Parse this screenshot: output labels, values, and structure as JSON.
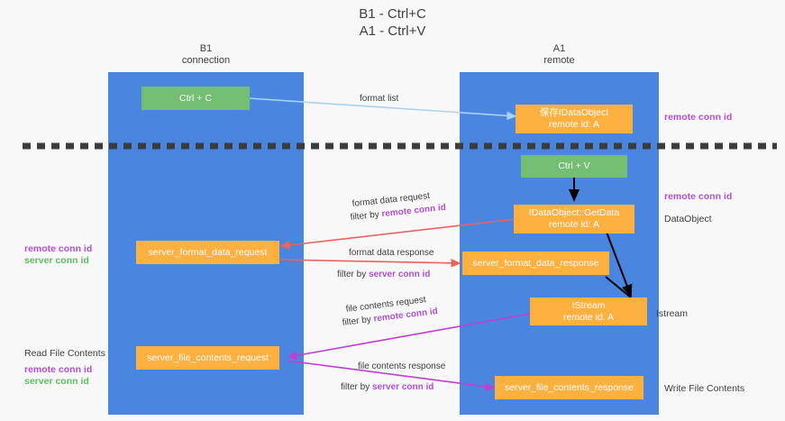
{
  "title": "B1 - Ctrl+C\nA1 - Ctrl+V",
  "colors": {
    "lane": "#4a86df",
    "node_green": "#73be72",
    "node_orange": "#fbb040",
    "accent_purple": "#b14fd8",
    "accent_green": "#5fbd5f",
    "arrow_red": "#e8635f",
    "arrow_magenta": "#c03fd0",
    "arrow_blue": "#a9d2f0",
    "arrow_black": "#000000",
    "background": "#f8f8f8",
    "text": "#3c4043"
  },
  "lanes": [
    {
      "name": "b1",
      "header": "B1\nconnection"
    },
    {
      "name": "a1",
      "header": "A1\nremote"
    }
  ],
  "nodes": [
    {
      "name": "ctrl-c",
      "label": "Ctrl + C"
    },
    {
      "name": "idataobject-remote",
      "label": "保存IDataObject\nremote id: A"
    },
    {
      "name": "ctrl-v",
      "label": "Ctrl + V"
    },
    {
      "name": "idataobject-getdata",
      "label": "IDataObject::GetData\nremote id: A"
    },
    {
      "name": "server-format-data-request",
      "label": "server_format_data_request"
    },
    {
      "name": "server-format-data-response",
      "label": "server_format_data_response"
    },
    {
      "name": "istream-remote",
      "label": "IStream\nremote id: A"
    },
    {
      "name": "server-file-contents-request",
      "label": "server_file_contents_request"
    },
    {
      "name": "server-file-contents-response",
      "label": "server_file_contents_response"
    }
  ],
  "edge_labels": {
    "format_list": "format list",
    "format_data_request": "format data request",
    "format_data_request_filter_prefix": "filter by ",
    "format_data_request_filter_value": "remote conn id",
    "format_data_response": "format data response",
    "format_data_response_filter_prefix": "filter by ",
    "format_data_response_filter_value": "server conn id",
    "file_contents_request": "file contents request",
    "file_contents_request_filter_prefix": "filter by ",
    "file_contents_request_filter_value": "remote conn id",
    "file_contents_response": "file contents response",
    "file_contents_response_filter_prefix": "filter by ",
    "file_contents_response_filter_value": "server conn id"
  },
  "annotations": {
    "right_top_conn": "remote conn id",
    "right_mid_conn": "remote conn id",
    "right_dataobject": "DataObject",
    "right_istream": "Istream",
    "right_write_file": "Write File Contents",
    "left_conn_remote": "remote conn id",
    "left_conn_server": "server conn id",
    "left_read_file": "Read File Contents",
    "left_conn_remote_2": "remote conn id",
    "left_conn_server_2": "server conn id"
  }
}
